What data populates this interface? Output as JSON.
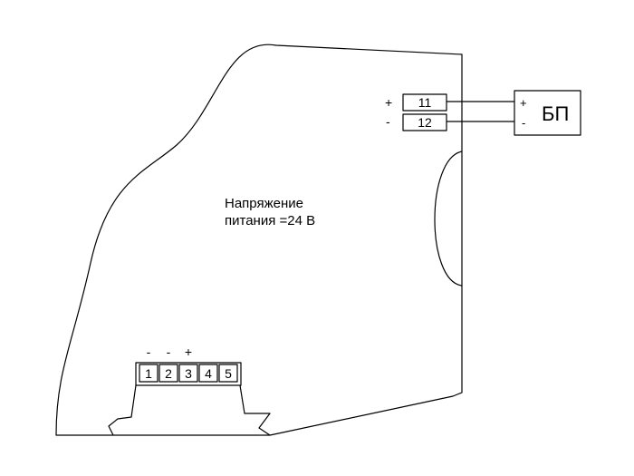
{
  "device": {
    "caption_line1": "Напряжение",
    "caption_line2": "питания =24 В"
  },
  "power_terminals": [
    {
      "number": "11",
      "polarity": "+"
    },
    {
      "number": "12",
      "polarity": "-"
    }
  ],
  "power_supply": {
    "label": "БП",
    "plus": "+",
    "minus": "-"
  },
  "bottom_terminals": [
    {
      "number": "1",
      "polarity": "-"
    },
    {
      "number": "2",
      "polarity": "-"
    },
    {
      "number": "3",
      "polarity": "+"
    },
    {
      "number": "4",
      "polarity": ""
    },
    {
      "number": "5",
      "polarity": ""
    }
  ]
}
